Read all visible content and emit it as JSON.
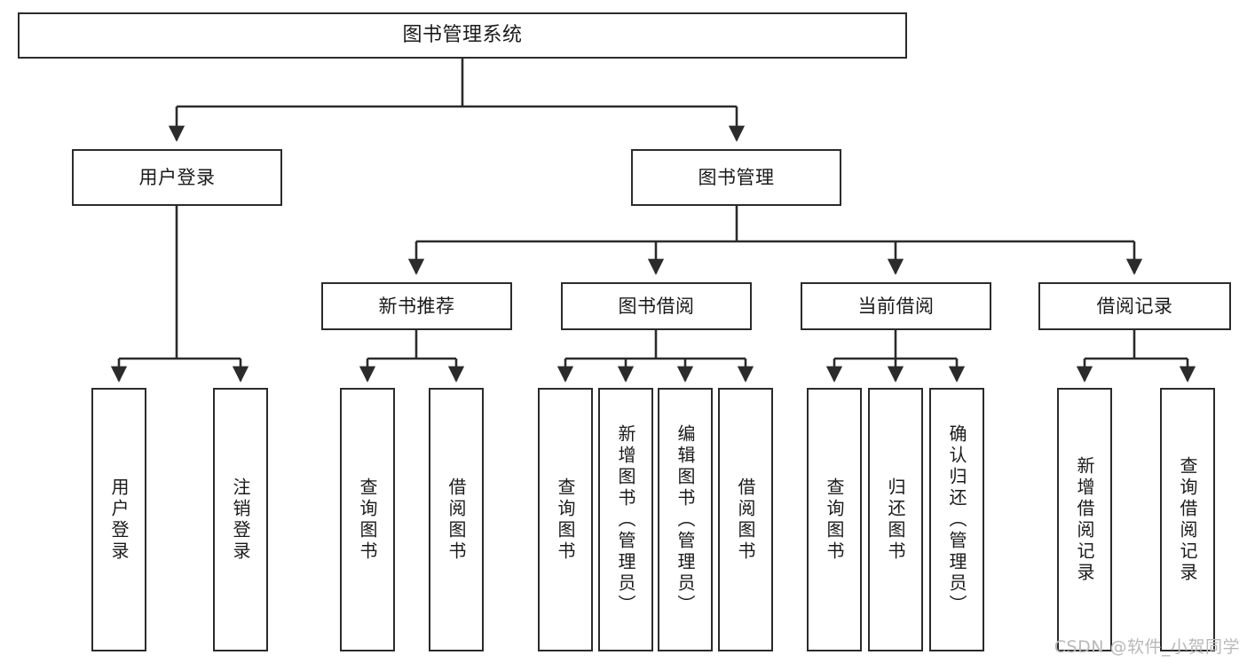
{
  "diagram": {
    "title": "图书管理系统",
    "type": "tree",
    "watermark": "CSDN @软件_小贺同学",
    "colors": {
      "box_border": "#2b2b2b",
      "box_fill": "#ffffff",
      "connector": "#2b2b2b",
      "text": "#1a1a1a",
      "watermark": "#b9b9b9",
      "background": "#ffffff"
    },
    "root": {
      "label": "图书管理系统"
    },
    "level2": [
      {
        "label": "用户登录"
      },
      {
        "label": "图书管理"
      }
    ],
    "level3": [
      {
        "label": "新书推荐"
      },
      {
        "label": "图书借阅"
      },
      {
        "label": "当前借阅"
      },
      {
        "label": "借阅记录"
      }
    ],
    "leaves": {
      "user_login": [
        {
          "label": "用户登录"
        },
        {
          "label": "注销登录"
        }
      ],
      "new_book_recommend": [
        {
          "label": "查询图书"
        },
        {
          "label": "借阅图书"
        }
      ],
      "book_borrow": [
        {
          "label": "查询图书"
        },
        {
          "label": "新增图书（管理员）"
        },
        {
          "label": "编辑图书（管理员）"
        },
        {
          "label": "借阅图书"
        }
      ],
      "current_borrow": [
        {
          "label": "查询图书"
        },
        {
          "label": "归还图书"
        },
        {
          "label": "确认归还（管理员）"
        }
      ],
      "borrow_record": [
        {
          "label": "新增借阅记录"
        },
        {
          "label": "查询借阅记录"
        }
      ]
    }
  }
}
